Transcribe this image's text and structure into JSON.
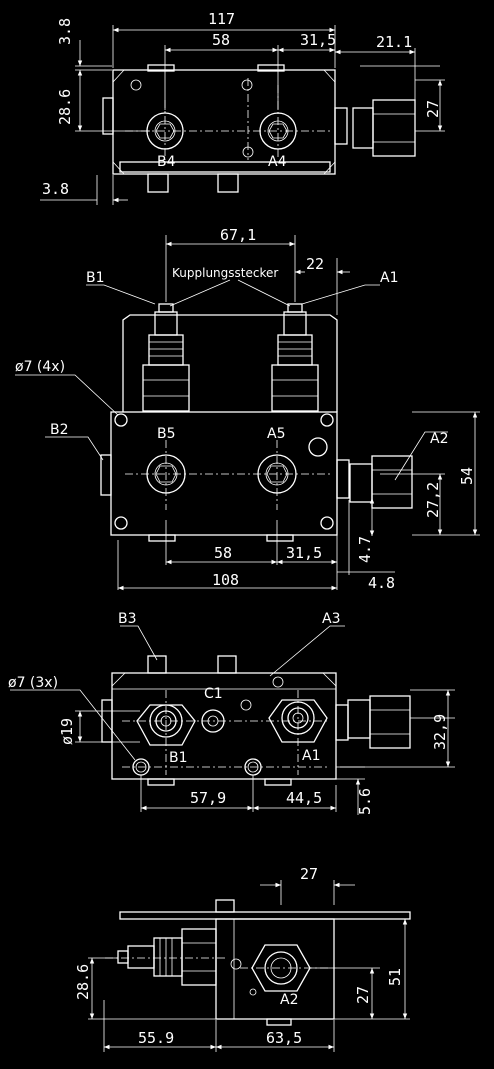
{
  "view1": {
    "dim_117": "117",
    "dim_58": "58",
    "dim_31_5": "31,5",
    "dim_21_1": "21.1",
    "dim_3_8_top": "3.8",
    "dim_28_6": "28.6",
    "dim_27": "27",
    "dim_3_8_bottom": "3.8",
    "port_b4": "B4",
    "port_a4": "A4"
  },
  "view2": {
    "dim_67_1": "67,1",
    "dim_22": "22",
    "label_coupling": "Kupplungsstecker",
    "port_b1": "B1",
    "port_a1": "A1",
    "hole_note": "ø7 (4x)",
    "port_b2": "B2",
    "port_b5": "B5",
    "port_a5": "A5",
    "port_a2": "A2",
    "dim_27_2": "27,2",
    "dim_54": "54",
    "dim_4_7": "4.7",
    "dim_58": "58",
    "dim_31_5": "31,5",
    "dim_108": "108",
    "dim_4_8": "4.8"
  },
  "view3": {
    "port_b3": "B3",
    "port_a3": "A3",
    "hole_note": "ø7 (3x)",
    "dim_19": "ø19",
    "port_c1": "C1",
    "port_b1": "B1",
    "port_a1": "A1",
    "dim_32_9": "32,9",
    "dim_57_9": "57,9",
    "dim_44_5": "44,5",
    "dim_5_6": "5.6"
  },
  "view4": {
    "dim_27_top": "27",
    "dim_28_6": "28.6",
    "dim_27": "27",
    "dim_51": "51",
    "port_a2": "A2",
    "dim_55_9": "55.9",
    "dim_63_5": "63,5"
  }
}
